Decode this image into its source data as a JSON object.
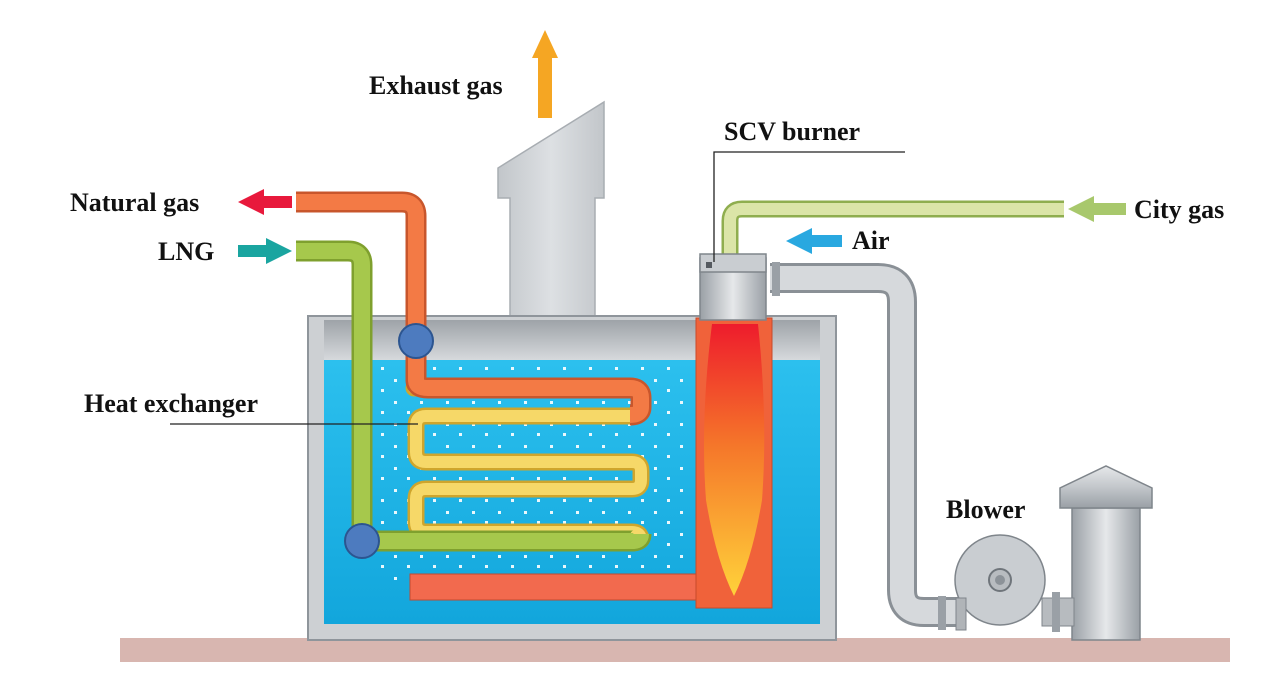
{
  "labels": {
    "exhaust_gas": "Exhaust gas",
    "scv_burner": "SCV burner",
    "natural_gas": "Natural gas",
    "lng": "LNG",
    "city_gas": "City gas",
    "air": "Air",
    "heat_exchanger": "Heat exchanger",
    "blower": "Blower"
  },
  "colors": {
    "water": "#19b5e8",
    "tank_wall": "#c9cccf",
    "ground": "#d8b6b0",
    "natural_gas_pipe": "#f07040",
    "lng_pipe": "#a4c44a",
    "heat_exchanger_coil": "#f5d060",
    "flame": "#f26a3a",
    "exhaust_arrow": "#f5a623",
    "natural_gas_arrow": "#e8193c",
    "lng_arrow": "#1aa5a0",
    "air_arrow": "#29a8e0",
    "city_gas_arrow": "#a8c86c",
    "burner_steel": "#b0b4b8"
  }
}
